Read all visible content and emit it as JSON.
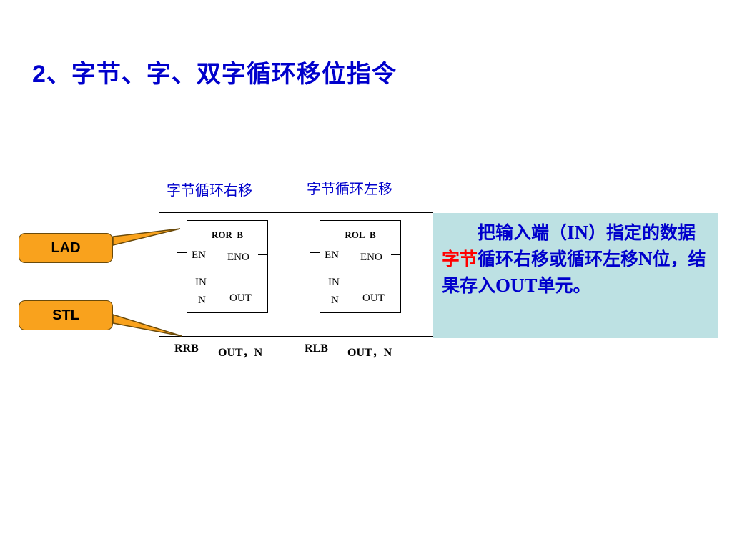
{
  "title": {
    "number": "2",
    "text": "、字节、字、双字循环移位指令"
  },
  "table": {
    "col1_header": "字节循环右移",
    "col2_header": "字节循环左移",
    "ror_block": {
      "name": "ROR_B",
      "en": "EN",
      "eno": "ENO",
      "in": "IN",
      "n": "N",
      "out": "OUT"
    },
    "rol_block": {
      "name": "ROL_B",
      "en": "EN",
      "eno": "ENO",
      "in": "IN",
      "n": "N",
      "out": "OUT"
    },
    "stl_ror": {
      "op": "RRB",
      "args": "OUT，N"
    },
    "stl_rol": {
      "op": "RLB",
      "args": "OUT，N"
    }
  },
  "tags": {
    "lad": "LAD",
    "stl": "STL"
  },
  "description": {
    "p1": "把输入端（",
    "p2": "IN",
    "p3": "）指定的数据",
    "highlight": "字节",
    "p4": "循环右移或循环左移",
    "p5": "N",
    "p6": "位，结果存入",
    "p7": "OUT",
    "p8": "单元。"
  },
  "colors": {
    "title": "#0000cc",
    "highlight": "#ff0000",
    "tag_fill": "#f9a21d",
    "desc_bg": "#bde1e3"
  }
}
